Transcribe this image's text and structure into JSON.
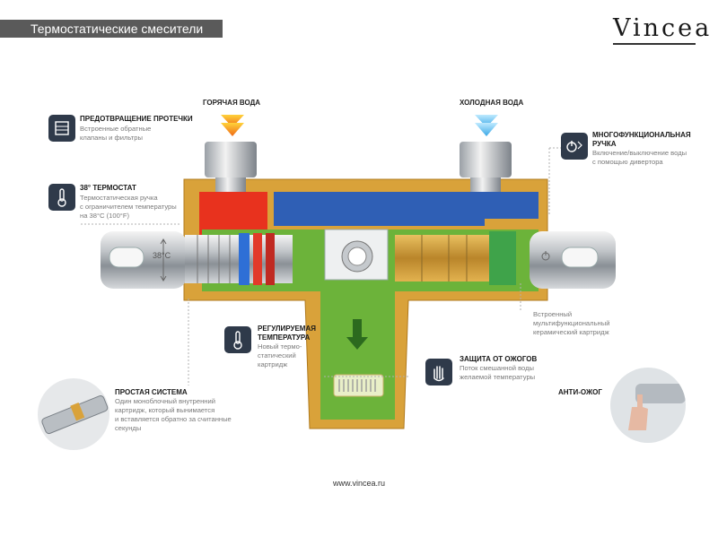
{
  "header": {
    "title": "Термостатические смесители",
    "brand": "Vincea"
  },
  "flows": {
    "hot_label": "ГОРЯЧАЯ ВОДА",
    "cold_label": "ХОЛОДНАЯ ВОДА"
  },
  "features": {
    "leak": {
      "title": "ПРЕДОТВРАЩЕНИЕ ПРОТЕЧКИ",
      "lines": [
        "Встроенные обратные",
        "клапаны и фильтры"
      ]
    },
    "thermostat": {
      "title": "38° ТЕРМОСТАТ",
      "lines": [
        "Термостатическая ручка",
        "с ограничителем температуры",
        "на 38°С (100°F)"
      ]
    },
    "multifunction": {
      "title_lines": [
        "МНОГОФУНКЦИОНАЛЬНАЯ",
        "РУЧКА"
      ],
      "lines": [
        "Включение/выключение воды",
        "с помощью дивертора"
      ]
    },
    "ceramic": {
      "lines": [
        "Встроенный",
        "мультифункциональный",
        "керамический картридж"
      ]
    },
    "adjustable": {
      "title_lines": [
        "РЕГУЛИРУЕМАЯ",
        "ТЕМПЕРАТУРА"
      ],
      "lines": [
        "Новый термо-",
        "статический",
        "картридж"
      ]
    },
    "scald": {
      "title": "ЗАЩИТА ОТ ОЖОГОВ",
      "lines": [
        "Поток смешанной воды",
        "желаемой температуры"
      ]
    },
    "simple": {
      "title": "ПРОСТАЯ СИСТЕМА",
      "lines": [
        "Один моноблочный внутренний",
        "картридж, который вынимается",
        "и вставляется обратно за считанные",
        "секунды"
      ]
    },
    "anti_scald": {
      "title": "АНТИ-ОЖОГ"
    }
  },
  "diagram": {
    "knob_label": "38°C"
  },
  "footer": {
    "url": "www.vincea.ru"
  },
  "colors": {
    "hot": "#e8321e",
    "cold": "#2f5fb5",
    "mixed": "#6cb33a",
    "brass": "#d9a23a",
    "icon_bg": "#2f3a4a"
  },
  "icons": {
    "leak": "shield-filter-icon",
    "thermostat": "thermometer-icon",
    "multifunction": "power-diverter-icon",
    "adjustable": "thermometer-icon",
    "scald": "hand-icon",
    "hot_arrow": "hot-arrow-down-icon",
    "cold_arrow": "cold-arrow-down-icon"
  }
}
